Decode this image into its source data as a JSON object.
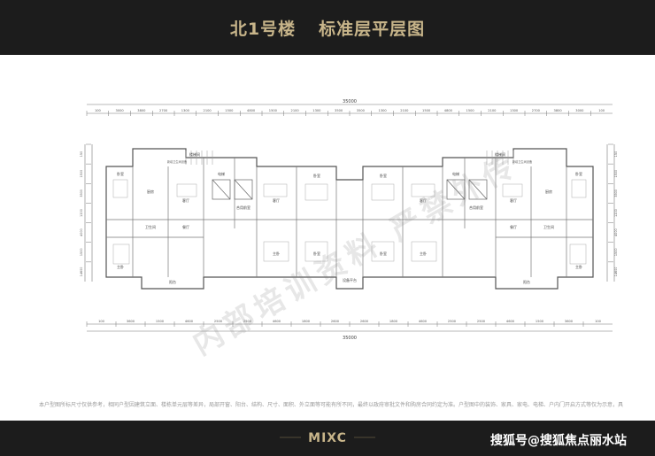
{
  "header": {
    "building": "北1号楼",
    "title": "标准层平层图"
  },
  "plan": {
    "top_total": "35000",
    "bottom_total": "35000",
    "top_dims": [
      "100",
      "3000",
      "3800",
      "2700",
      "1300",
      "2100",
      "1500",
      "4800",
      "1500",
      "2100",
      "1300",
      "3500",
      "3500",
      "1300",
      "2100",
      "1500",
      "4800",
      "1500",
      "2100",
      "1300",
      "2700",
      "3800",
      "3000",
      "100"
    ],
    "bottom_dims": [
      "100",
      "3600",
      "1500",
      "4600",
      "2500",
      "2500",
      "4600",
      "1800",
      "2600",
      "2600",
      "1800",
      "4600",
      "2500",
      "2500",
      "4600",
      "1500",
      "3600",
      "100"
    ],
    "left_dims": [
      "150",
      "1500",
      "3300",
      "1200",
      "4000",
      "1500",
      "14600"
    ],
    "right_dims": [
      "150",
      "1500",
      "3300",
      "1200",
      "4000",
      "1500",
      "14600"
    ],
    "room_labels": [
      "卧室",
      "客厅",
      "餐厅",
      "厨房",
      "卫生间",
      "主卧",
      "阳台",
      "电梯",
      "合用前室",
      "楼梯间",
      "设备平台"
    ],
    "notes": "新增卫生间设备"
  },
  "disclaimer": "本户型图所标尺寸仅供参考，相同户型因建筑立面、楼栋单元层等差异，局部开窗、阳台、结构、尺寸、面积、外立面等可能有所不同，最终以政府审批文件和购房合同约定为准。户型图中的装饰、家具、家电、电梯、户内门开启方式等仅为示意，具体交付标准以《商品房买卖合同》约定为准。",
  "footer": {
    "logo_text": "MIXC",
    "source": "搜狐号@搜狐焦点丽水站"
  },
  "watermark": "内部培训资料 严禁外传",
  "colors": {
    "bar": "#1c1c1c",
    "title": "#c8b58a",
    "line": "#555555"
  }
}
